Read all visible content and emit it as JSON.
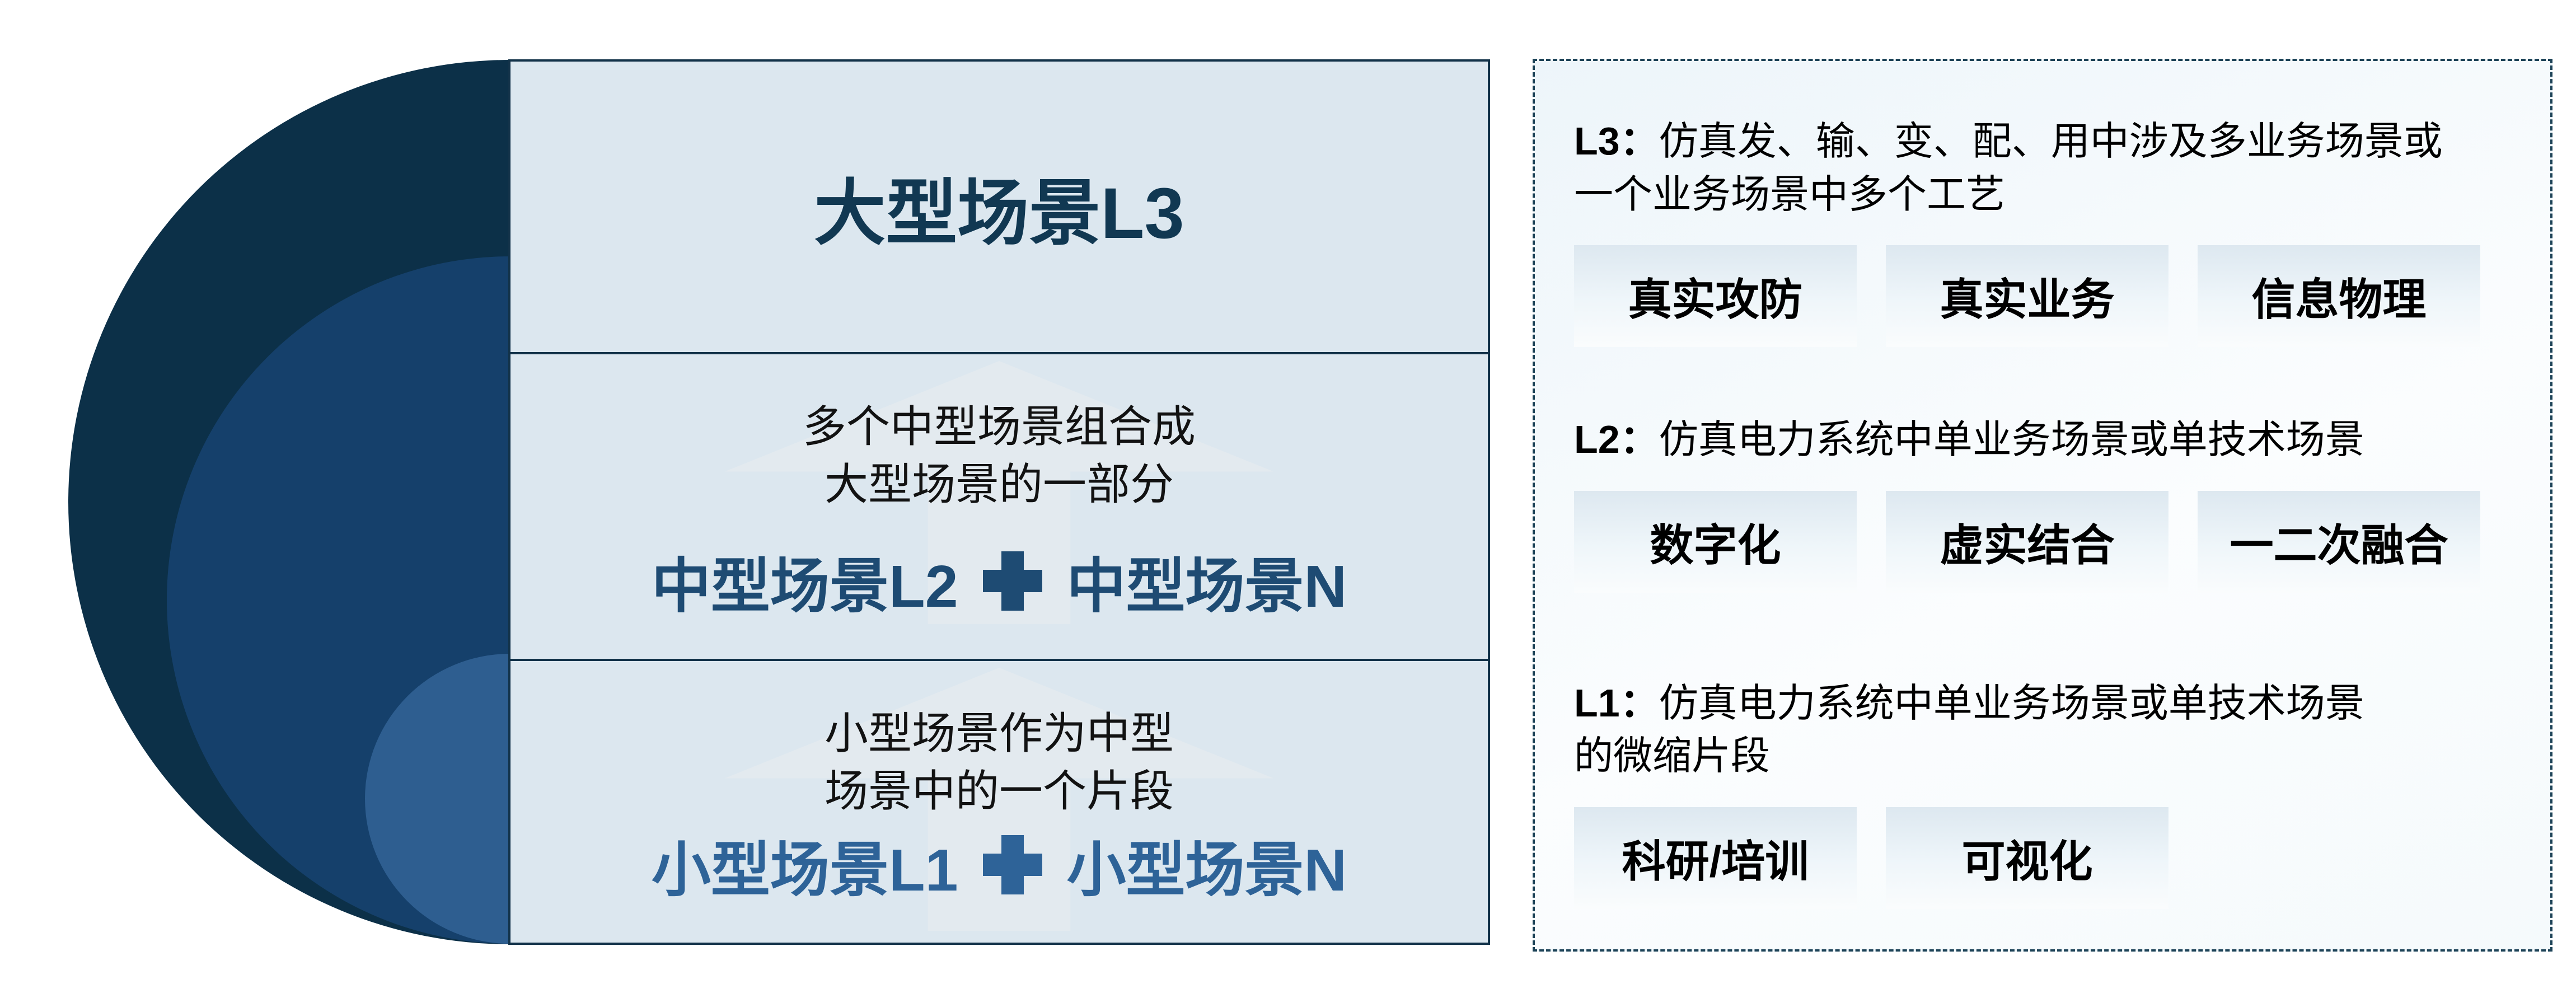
{
  "diagram": {
    "levels": [
      {
        "title": "大型场景L3"
      },
      {
        "caption_line1": "多个中型场景组合成",
        "caption_line2": "大型场景的一部分",
        "title_left": "中型场景L2",
        "title_right": "中型场景N"
      },
      {
        "caption_line1": "小型场景作为中型",
        "caption_line2": "场景中的一个片段",
        "title_left": "小型场景L1",
        "title_right": "小型场景N"
      }
    ]
  },
  "legend": {
    "sections": [
      {
        "prefix": "L3：",
        "desc_line1": "仿真发、输、变、配、用中涉及多业务场景或",
        "desc_line2": "一个业务场景中多个工艺",
        "tags": [
          "真实攻防",
          "真实业务",
          "信息物理"
        ]
      },
      {
        "prefix": "L2：",
        "desc_line1": "仿真电力系统中单业务场景或单技术场景",
        "desc_line2": "",
        "tags": [
          "数字化",
          "虚实结合",
          "一二次融合"
        ]
      },
      {
        "prefix": "L1：",
        "desc_line1": "仿真电力系统中单业务场景或单技术场景",
        "desc_line2": "的微缩片段",
        "tags": [
          "科研/培训",
          "可视化"
        ]
      }
    ]
  },
  "palette": {
    "circle_l3": "#0C3048",
    "circle_l2": "#15406B",
    "circle_l1": "#2E5E90",
    "row_background": "#DCE7EF",
    "row_border": "#123249",
    "title_l3": "#113852",
    "title_l2": "#1E4B73",
    "title_l1": "#2E6398",
    "caption_text": "#121212",
    "legend_border": "#1C4257",
    "legend_background": "#F3F9FC",
    "tag_gradient_top": "#DDE8F0",
    "tag_gradient_bottom": "#FAFCFD",
    "watermark_arrow": "#E3EAEF"
  }
}
